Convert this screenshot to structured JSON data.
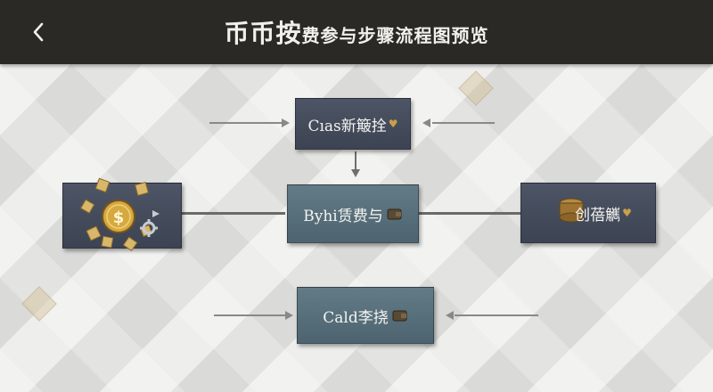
{
  "header": {
    "title_prefix": "币币按",
    "title_suffix": "费参与步骤流程图预览"
  },
  "nodes": {
    "top": {
      "label": "Cıas新簸拴"
    },
    "left": {
      "label": ""
    },
    "center": {
      "label": "Byhi赁费与"
    },
    "right": {
      "label": "创蓓觽"
    },
    "bottom": {
      "label": "Cald李挠"
    }
  },
  "colors": {
    "header_bg": "#2b2926",
    "node_dark": "#4d5566",
    "node_teal": "#627b86",
    "accent_gold": "#c9a04a"
  },
  "icons": {
    "back": "chevron-left-icon",
    "coin": "dollar-coin-icon",
    "gear": "gear-icon",
    "heart": "heart-icon",
    "wallet": "wallet-icon"
  }
}
